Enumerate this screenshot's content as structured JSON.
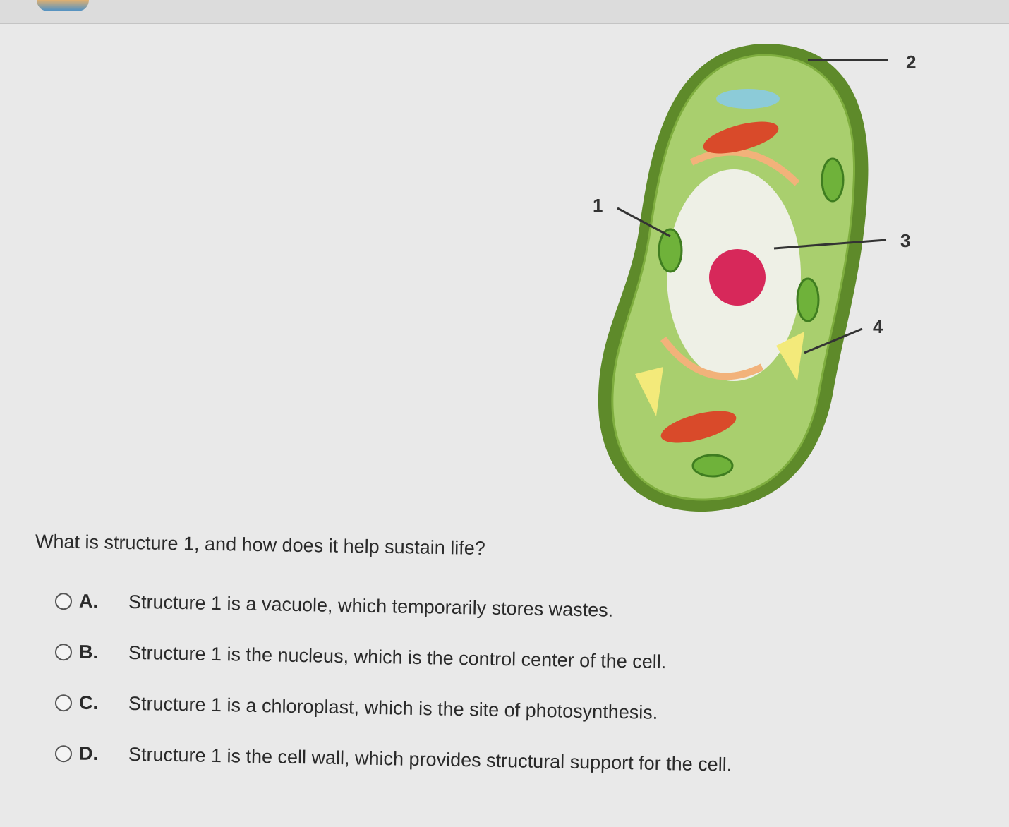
{
  "diagram": {
    "labels": [
      "1",
      "2",
      "3",
      "4"
    ]
  },
  "question": "What is structure 1, and how does it help sustain life?",
  "options": [
    {
      "letter": "A.",
      "text": "Structure 1 is a vacuole, which temporarily stores wastes."
    },
    {
      "letter": "B.",
      "text": "Structure 1 is the nucleus, which is the control center of the cell."
    },
    {
      "letter": "C.",
      "text": "Structure 1 is a chloroplast, which is the site of photosynthesis."
    },
    {
      "letter": "D.",
      "text": "Structure 1 is the cell wall, which provides structural support for the cell."
    }
  ]
}
